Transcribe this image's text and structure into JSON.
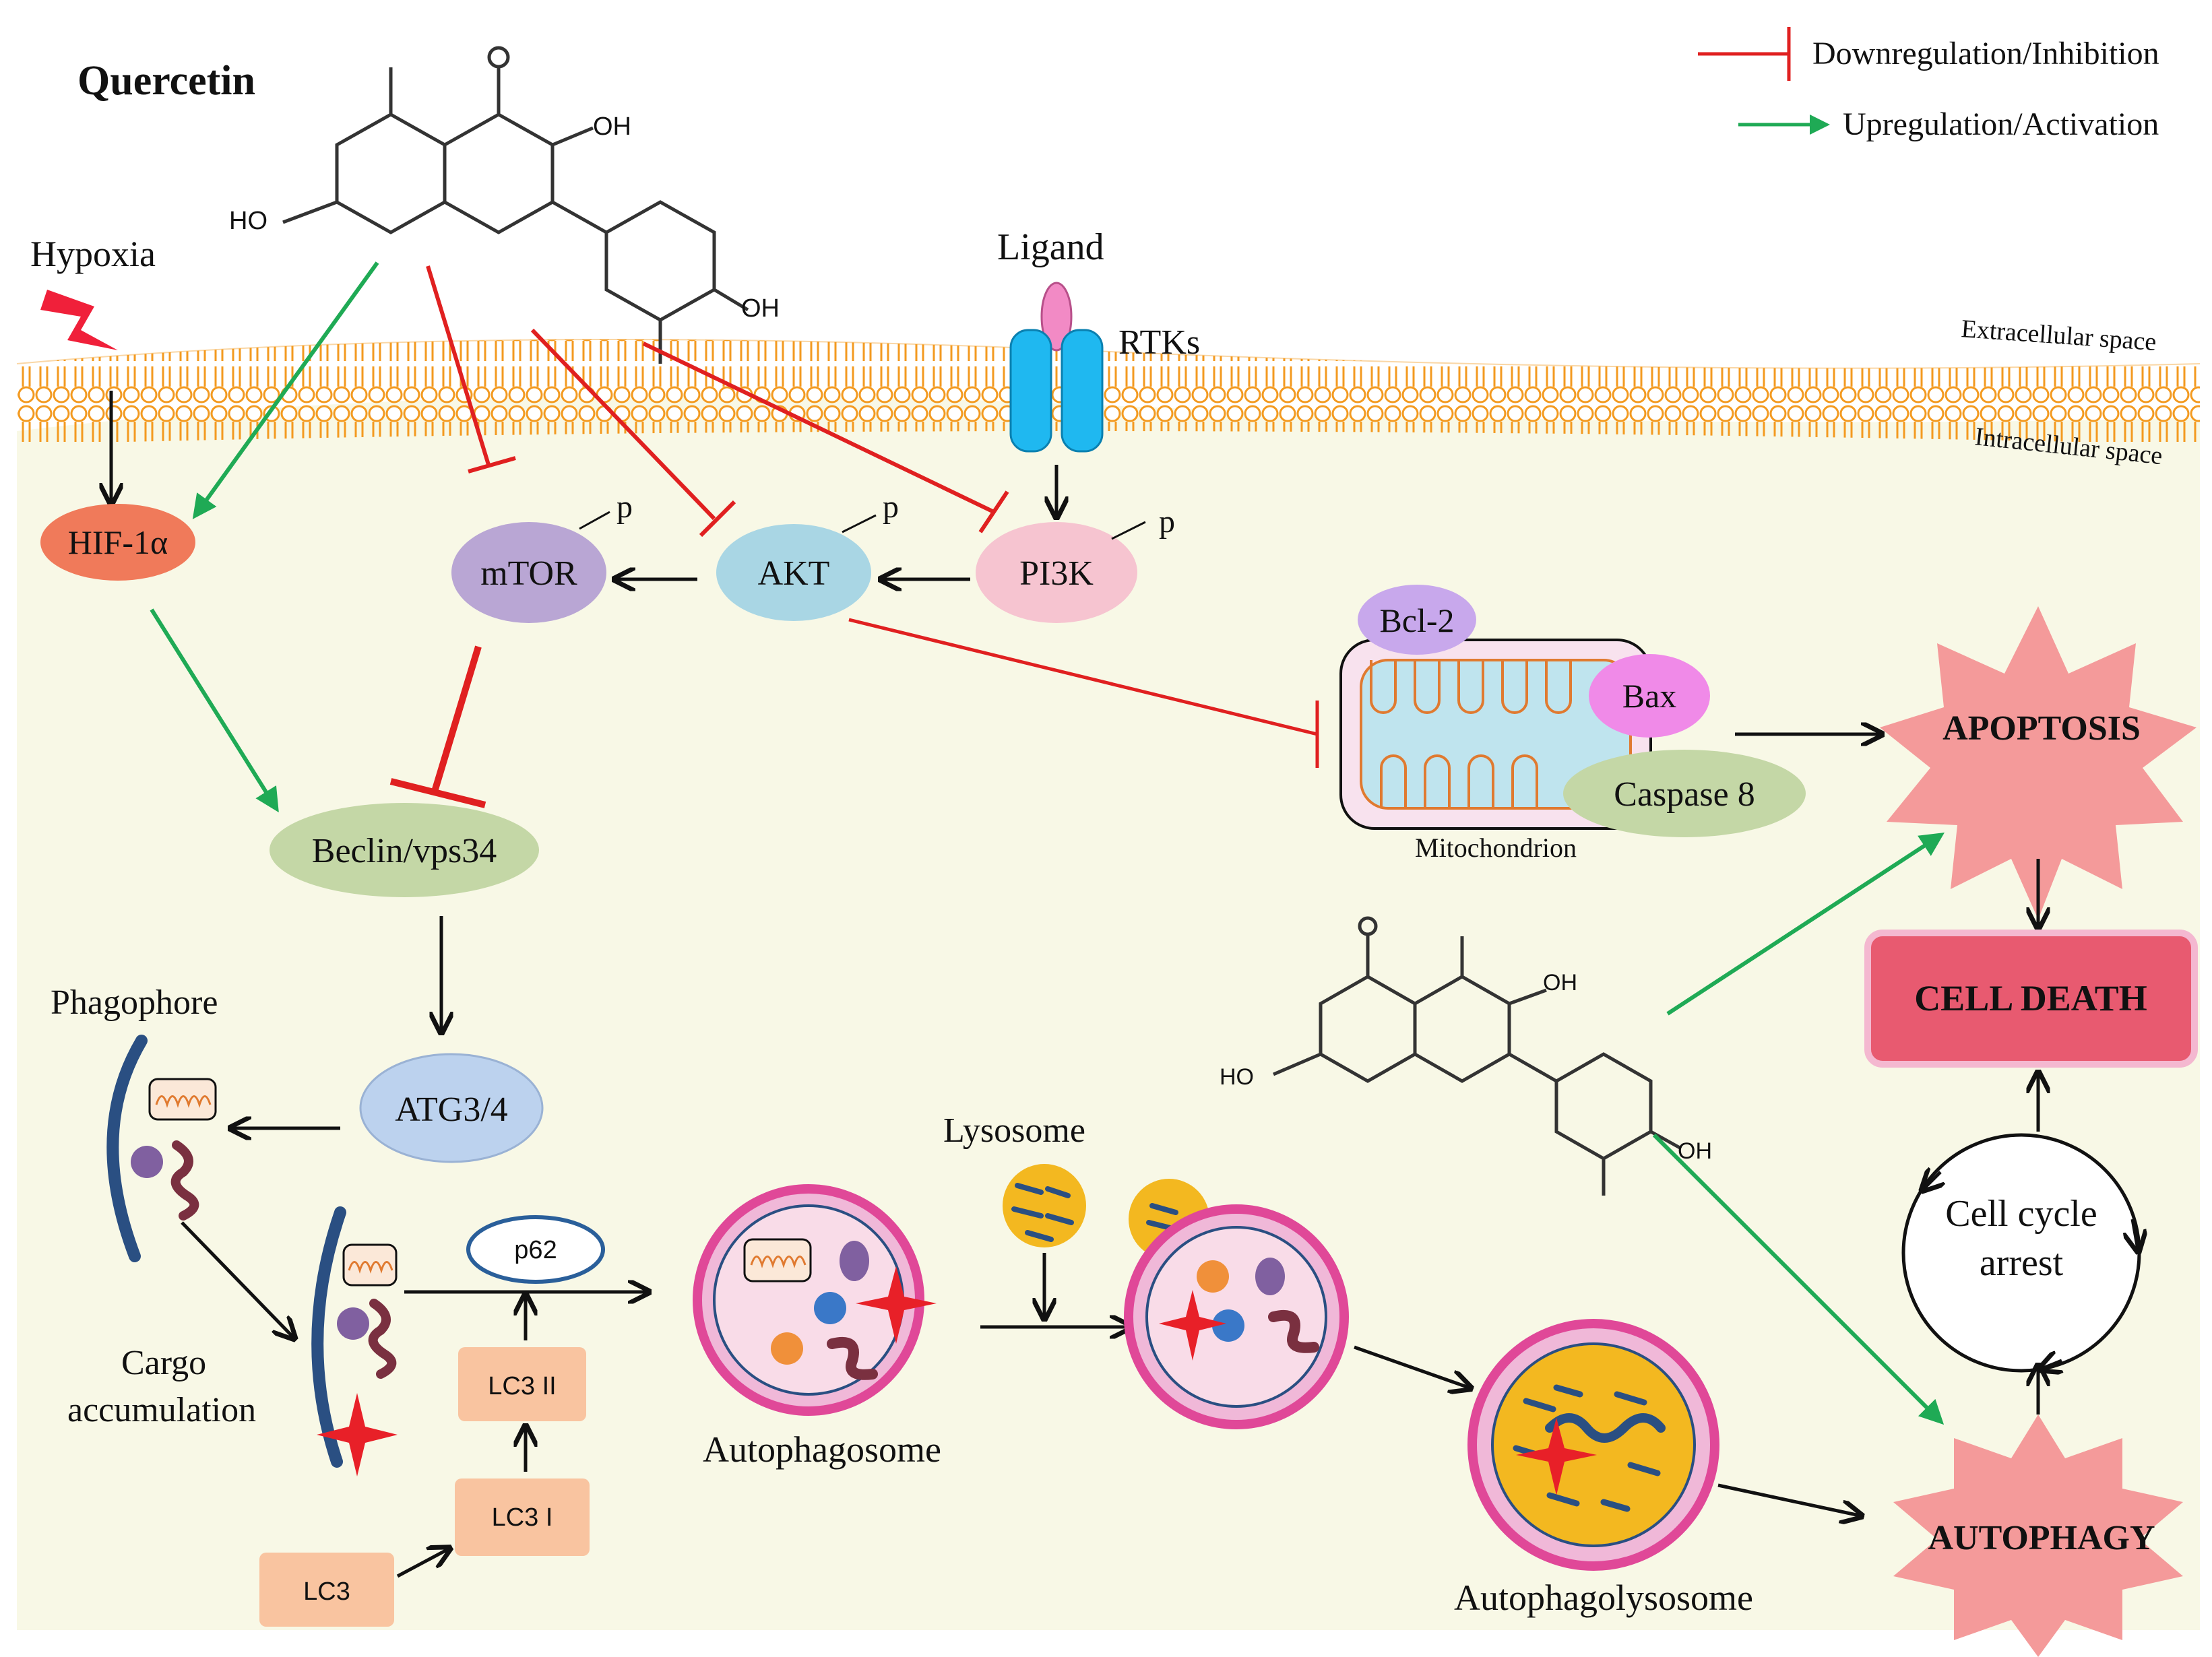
{
  "title": "Quercetin",
  "legend": {
    "inhibition": "Downregulation/Inhibition",
    "activation": "Upregulation/Activation"
  },
  "regions": {
    "extracellular": "Extracellular space",
    "intracellular": "Intracellular space"
  },
  "stimuli": {
    "hypoxia": "Hypoxia",
    "ligand": "Ligand",
    "rtks": "RTKs"
  },
  "chem": {
    "oh": "OH",
    "ho": "HO",
    "o": "O"
  },
  "nodes": {
    "hif": "HIF-1α",
    "mtor": "mTOR",
    "akt": "AKT",
    "pi3k": "PI3K",
    "phospho": "p",
    "beclin": "Beclin/vps34",
    "atg": "ATG3/4",
    "bcl2": "Bcl-2",
    "bax": "Bax",
    "caspase": "Caspase 8",
    "mito": "Mitochondrion",
    "apoptosis": "APOPTOSIS",
    "cell_death": "CELL DEATH",
    "cell_cycle_1": "Cell cycle",
    "cell_cycle_2": "arrest",
    "autophagy": "AUTOPHAGY"
  },
  "stages": {
    "phagophore": "Phagophore",
    "cargo_1": "Cargo",
    "cargo_2": "accumulation",
    "p62": "p62",
    "lc3ii": "LC3 II",
    "lc3i": "LC3 I",
    "lc3": "LC3",
    "autophagosome": "Autophagosome",
    "lysosome": "Lysosome",
    "autophagolysosome": "Autophagolysosome"
  },
  "colors": {
    "inhibit": "#e02020",
    "activate": "#1faa55",
    "cytoplasm": "#f8f8e6",
    "membrane": "#f39a20",
    "hif": "#f07a5a",
    "mtor": "#b9a6d4",
    "akt": "#a9d6e4",
    "pi3k": "#f6c4d0",
    "beclin": "#c4d7a6",
    "atg": "#bcd2ee",
    "apoptosis": "#f49a9a",
    "cell_death": "#e85a70",
    "autophagy": "#f49a9a",
    "lc3": "#f9c4a0"
  }
}
